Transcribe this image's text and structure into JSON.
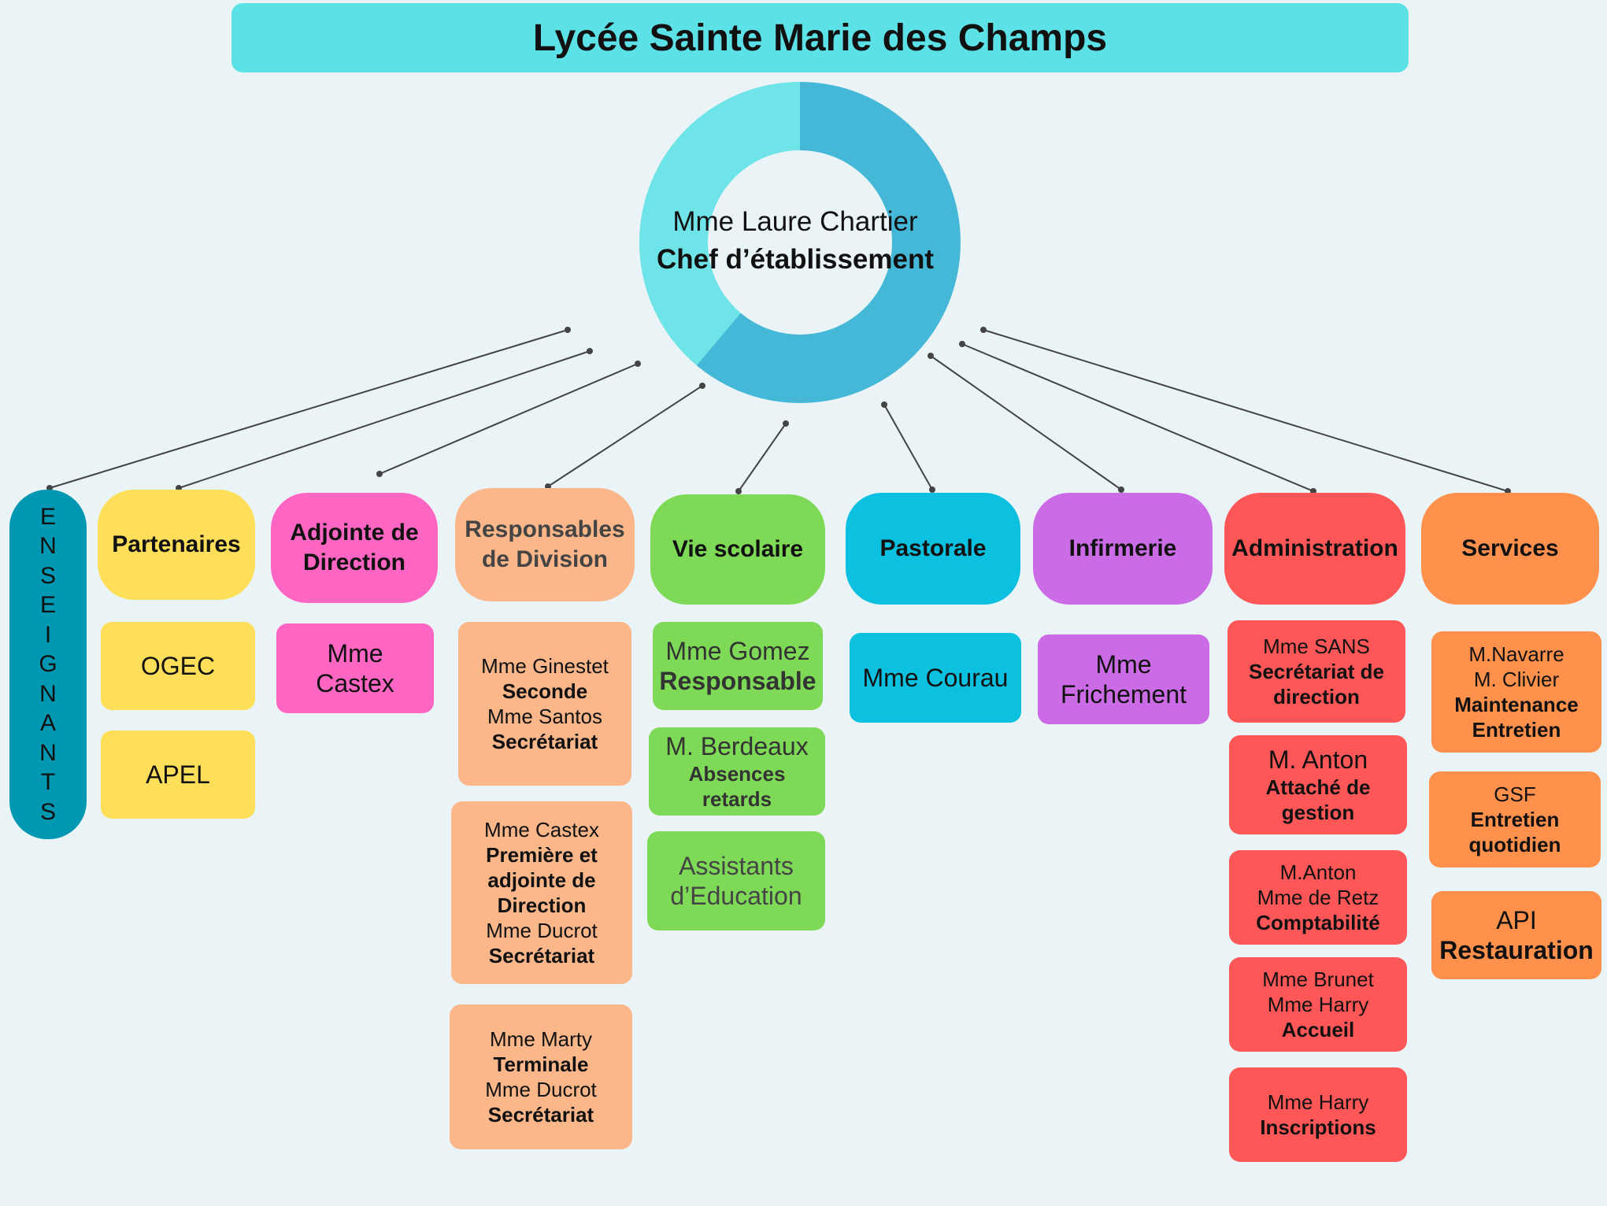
{
  "title": "Lycée Sainte Marie des Champs",
  "center": {
    "name": "Mme Laure Chartier",
    "role": "Chef d’établissement"
  },
  "colors": {
    "title_bg": "#5ce1e6",
    "ring_light": "#6ee3e8",
    "ring_dark": "#45b8d8",
    "enseignants": "#0097b2",
    "partenaires": "#ffde59",
    "direction": "#ff66c4",
    "division": "#fbb68a",
    "vie_scolaire": "#7ed957",
    "pastorale": "#0cc0df",
    "infirmerie": "#cb6ce6",
    "administration": "#ff5757",
    "services": "#ff914d"
  },
  "enseignants": {
    "letters": [
      "E",
      "N",
      "S",
      "E",
      "I",
      "G",
      "N",
      "A",
      "N",
      "T",
      "S"
    ]
  },
  "partenaires": {
    "head": "Partenaires",
    "items": [
      "OGEC",
      "APEL"
    ]
  },
  "direction": {
    "head_line1": "Adjointe de",
    "head_line2": "Direction",
    "item_line1": "Mme",
    "item_line2": "Castex"
  },
  "division": {
    "head_line1": "Responsables",
    "head_line2": "de Division",
    "card1": {
      "l1": "Mme Ginestet",
      "l2": "Seconde",
      "l3": "Mme Santos",
      "l4": "Secrétariat"
    },
    "card2": {
      "l1": "Mme Castex",
      "l2": "Première et",
      "l3": "adjointe de",
      "l4": "Direction",
      "l5": "Mme Ducrot",
      "l6": "Secrétariat"
    },
    "card3": {
      "l1": "Mme Marty",
      "l2": "Terminale",
      "l3": "Mme Ducrot",
      "l4": "Secrétariat"
    }
  },
  "vie_scolaire": {
    "head": "Vie scolaire",
    "card1": {
      "l1": "Mme Gomez",
      "l2": "Responsable"
    },
    "card2": {
      "l1": "M. Berdeaux",
      "l2": "Absences",
      "l3": "retards"
    },
    "card3": {
      "l1": "Assistants",
      "l2": "d’Education"
    }
  },
  "pastorale": {
    "head": "Pastorale",
    "item": "Mme Courau"
  },
  "infirmerie": {
    "head": "Infirmerie",
    "item_line1": "Mme",
    "item_line2": "Frichement"
  },
  "administration": {
    "head": "Administration",
    "card1": {
      "l1": "Mme SANS",
      "l2": "Secrétariat de",
      "l3": "direction"
    },
    "card2": {
      "l1": "M. Anton",
      "l2": "Attaché de",
      "l3": "gestion"
    },
    "card3": {
      "l1": "M.Anton",
      "l2": "Mme de Retz",
      "l3": "Comptabilité"
    },
    "card4": {
      "l1": "Mme Brunet",
      "l2": "Mme Harry",
      "l3": "Accueil"
    },
    "card5": {
      "l1": "Mme Harry",
      "l2": "Inscriptions"
    }
  },
  "services": {
    "head": "Services",
    "card1": {
      "l1": "M.Navarre",
      "l2": "M. Clivier",
      "l3": "Maintenance",
      "l4": "Entretien"
    },
    "card2": {
      "l1": "GSF",
      "l2": "Entretien",
      "l3": "quotidien"
    },
    "card3": {
      "l1": "API",
      "l2": "Restauration"
    }
  }
}
